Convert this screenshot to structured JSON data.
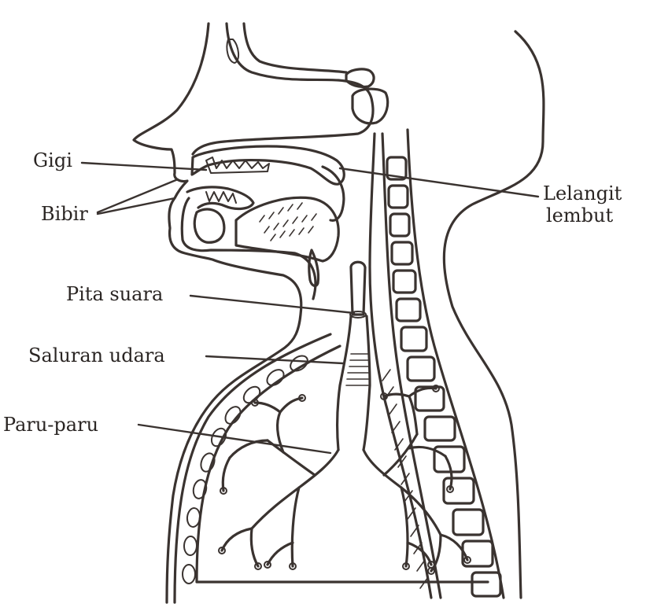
{
  "labels": {
    "teeth": "Gigi",
    "lips": "Bibir",
    "soft_palate_line1": "Lelangit",
    "soft_palate_line2": "lembut",
    "vocal_cords": "Pita suara",
    "airway": "Saluran udara",
    "lungs": "Paru-paru"
  },
  "colors": {
    "ink": "#3a3330",
    "paper": "#ffffff"
  }
}
